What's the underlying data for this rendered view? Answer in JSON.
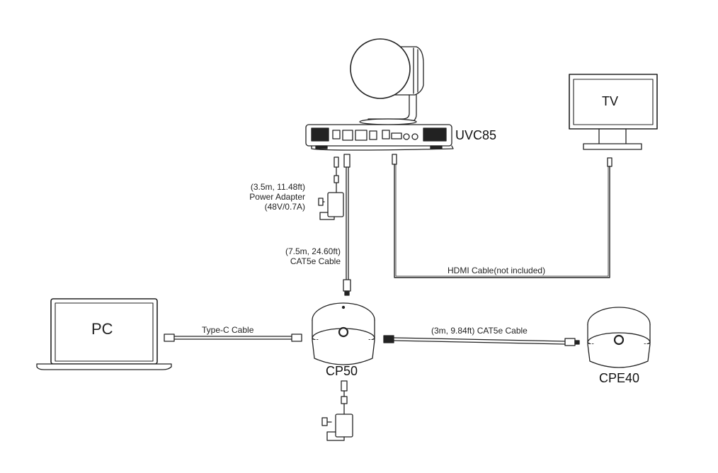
{
  "devices": {
    "camera": "UVC85",
    "tv": "TV",
    "pc": "PC",
    "mic_main": "CP50",
    "mic_expansion": "CPE40"
  },
  "cables": {
    "power_adapter": [
      "(3.5m, 11.48ft)",
      "Power Adapter",
      "(48V/0.7A)"
    ],
    "cat5e_long": [
      "(7.5m, 24.60ft)",
      "CAT5e Cable"
    ],
    "hdmi": "HDMI Cable(not included)",
    "type_c": "Type-C Cable",
    "cat5e_short": "(3m, 9.84ft) CAT5e Cable"
  }
}
